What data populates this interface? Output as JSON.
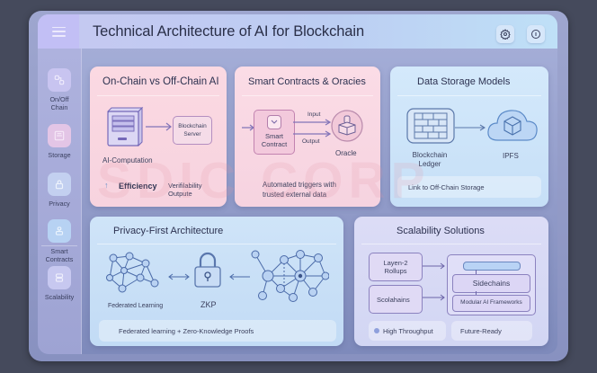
{
  "header": {
    "title": "Technical Architecture of AI for Blockchain",
    "menu_icon": "hamburger-icon",
    "settings_icon": "gear-icon",
    "info_icon": "info-icon"
  },
  "sidebar": {
    "items": [
      {
        "label_line1": "On/Off",
        "label_line2": "Chain",
        "icon": "chain-icon"
      },
      {
        "label_line1": "Storage",
        "label_line2": "",
        "icon": "storage-icon"
      },
      {
        "label_line1": "Privacy",
        "label_line2": "",
        "icon": "lock-icon"
      },
      {
        "label_line1": "Smart",
        "label_line2": "Contracts",
        "icon": "contract-icon"
      },
      {
        "label_line1": "Scalability",
        "label_line2": "",
        "icon": "layers-icon"
      }
    ]
  },
  "cards": {
    "onchain": {
      "title": "On-Chain vs Off-Chain AI",
      "computation_label": "AI-Computation",
      "server_label_line1": "Blockchain",
      "server_label_line2": "Server",
      "efficiency_label": "Efficiency",
      "verifiability_line1": "Verifilability",
      "verifiability_line2": "Outpute"
    },
    "contracts": {
      "title": "Smart Contracts & Oracies",
      "contract_line1": "Smart",
      "contract_line2": "Contract",
      "input_label": "Input",
      "output_label": "Output",
      "oracle_label": "Oracle",
      "desc_line1": "Automated triggers with",
      "desc_line2": "trusted external data"
    },
    "storage": {
      "title": "Data Storage Models",
      "ledger_line1": "Blockchain",
      "ledger_line2": "Ledger",
      "ipfs_label": "IPFS",
      "footer": "Link to Off-Chain Storage"
    },
    "privacy": {
      "title": "Privacy-First Architecture",
      "federated_label": "Federated Learning",
      "zkp_label": "ZKP",
      "footer": "Federated learning + Zero-Knowledge Proofs"
    },
    "scalability": {
      "title": "Scalability Solutions",
      "layer2_line1": "Layen-2",
      "layer2_line2": "Rollups",
      "scolahains": "Scolahains",
      "sidechains": "Sidechains",
      "modular": "Modular AI Frameworks",
      "badge1": "High Throughput",
      "badge2": "Future-Ready"
    }
  },
  "watermark": "SDIC CORP",
  "colors": {
    "pink_card": "#fbdde5",
    "blue_card": "#cfe4f8",
    "lavender_card": "#dcdcf6",
    "accent_purple": "#7c6fbf",
    "accent_blue": "#5a86c8"
  }
}
